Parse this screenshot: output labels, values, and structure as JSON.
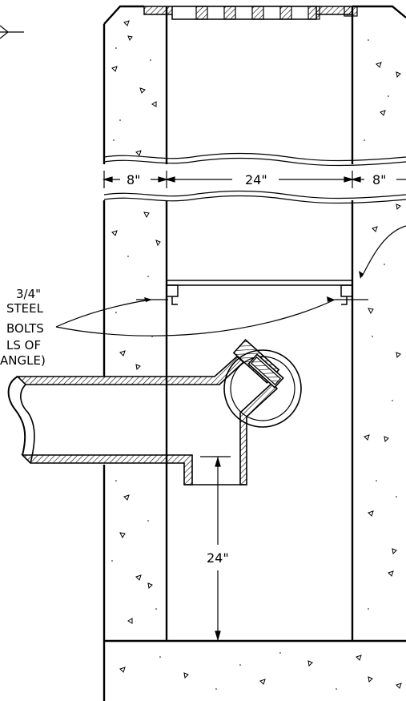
{
  "annotations": {
    "bolt_note": [
      "3/4\"",
      "STEEL",
      "BOLTS",
      "LS OF",
      "ANGLE)"
    ]
  },
  "dimensions": {
    "left_wall": "8\"",
    "opening": "24\"",
    "right_wall": "8\"",
    "pipe_height": "24\""
  },
  "colors": {
    "line": "#000000",
    "background": "#ffffff"
  }
}
